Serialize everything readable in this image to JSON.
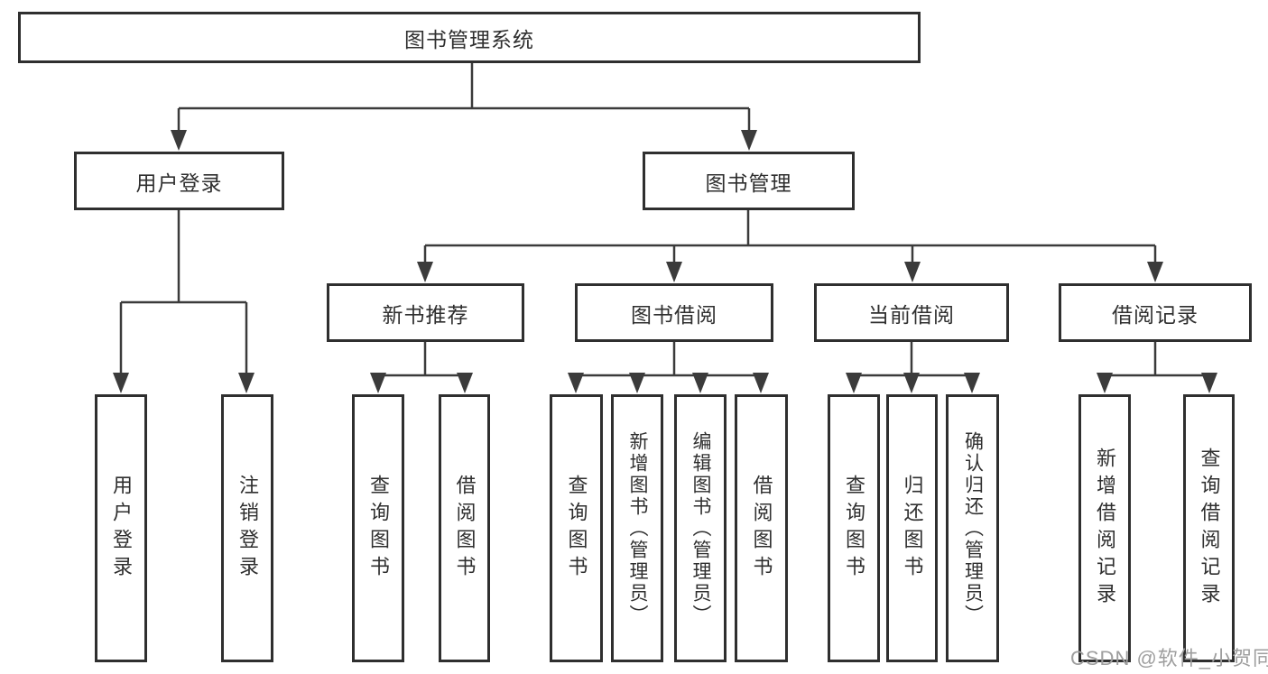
{
  "diagram": {
    "root": {
      "label": "图书管理系统"
    },
    "branches": [
      {
        "label": "用户登录",
        "children": [
          {
            "label": "用户登录"
          },
          {
            "label": "注销登录"
          }
        ]
      },
      {
        "label": "图书管理",
        "children": [
          {
            "label": "新书推荐",
            "children": [
              {
                "label": "查询图书"
              },
              {
                "label": "借阅图书"
              }
            ]
          },
          {
            "label": "图书借阅",
            "children": [
              {
                "label": "查询图书"
              },
              {
                "label": "新增图书（管理员）"
              },
              {
                "label": "编辑图书（管理员）"
              },
              {
                "label": "借阅图书"
              }
            ]
          },
          {
            "label": "当前借阅",
            "children": [
              {
                "label": "查询图书"
              },
              {
                "label": "归还图书"
              },
              {
                "label": "确认归还（管理员）"
              }
            ]
          },
          {
            "label": "借阅记录",
            "children": [
              {
                "label": "新增借阅记录"
              },
              {
                "label": "查询借阅记录"
              }
            ]
          }
        ]
      }
    ]
  },
  "watermark": {
    "text": "CSDN @软件_小贺同学"
  },
  "colors": {
    "line": "#3b3b3b",
    "box_border": "#2f2f2f",
    "text": "#2f2f2f",
    "background": "#ffffff",
    "watermark": "#9e9e9e"
  }
}
